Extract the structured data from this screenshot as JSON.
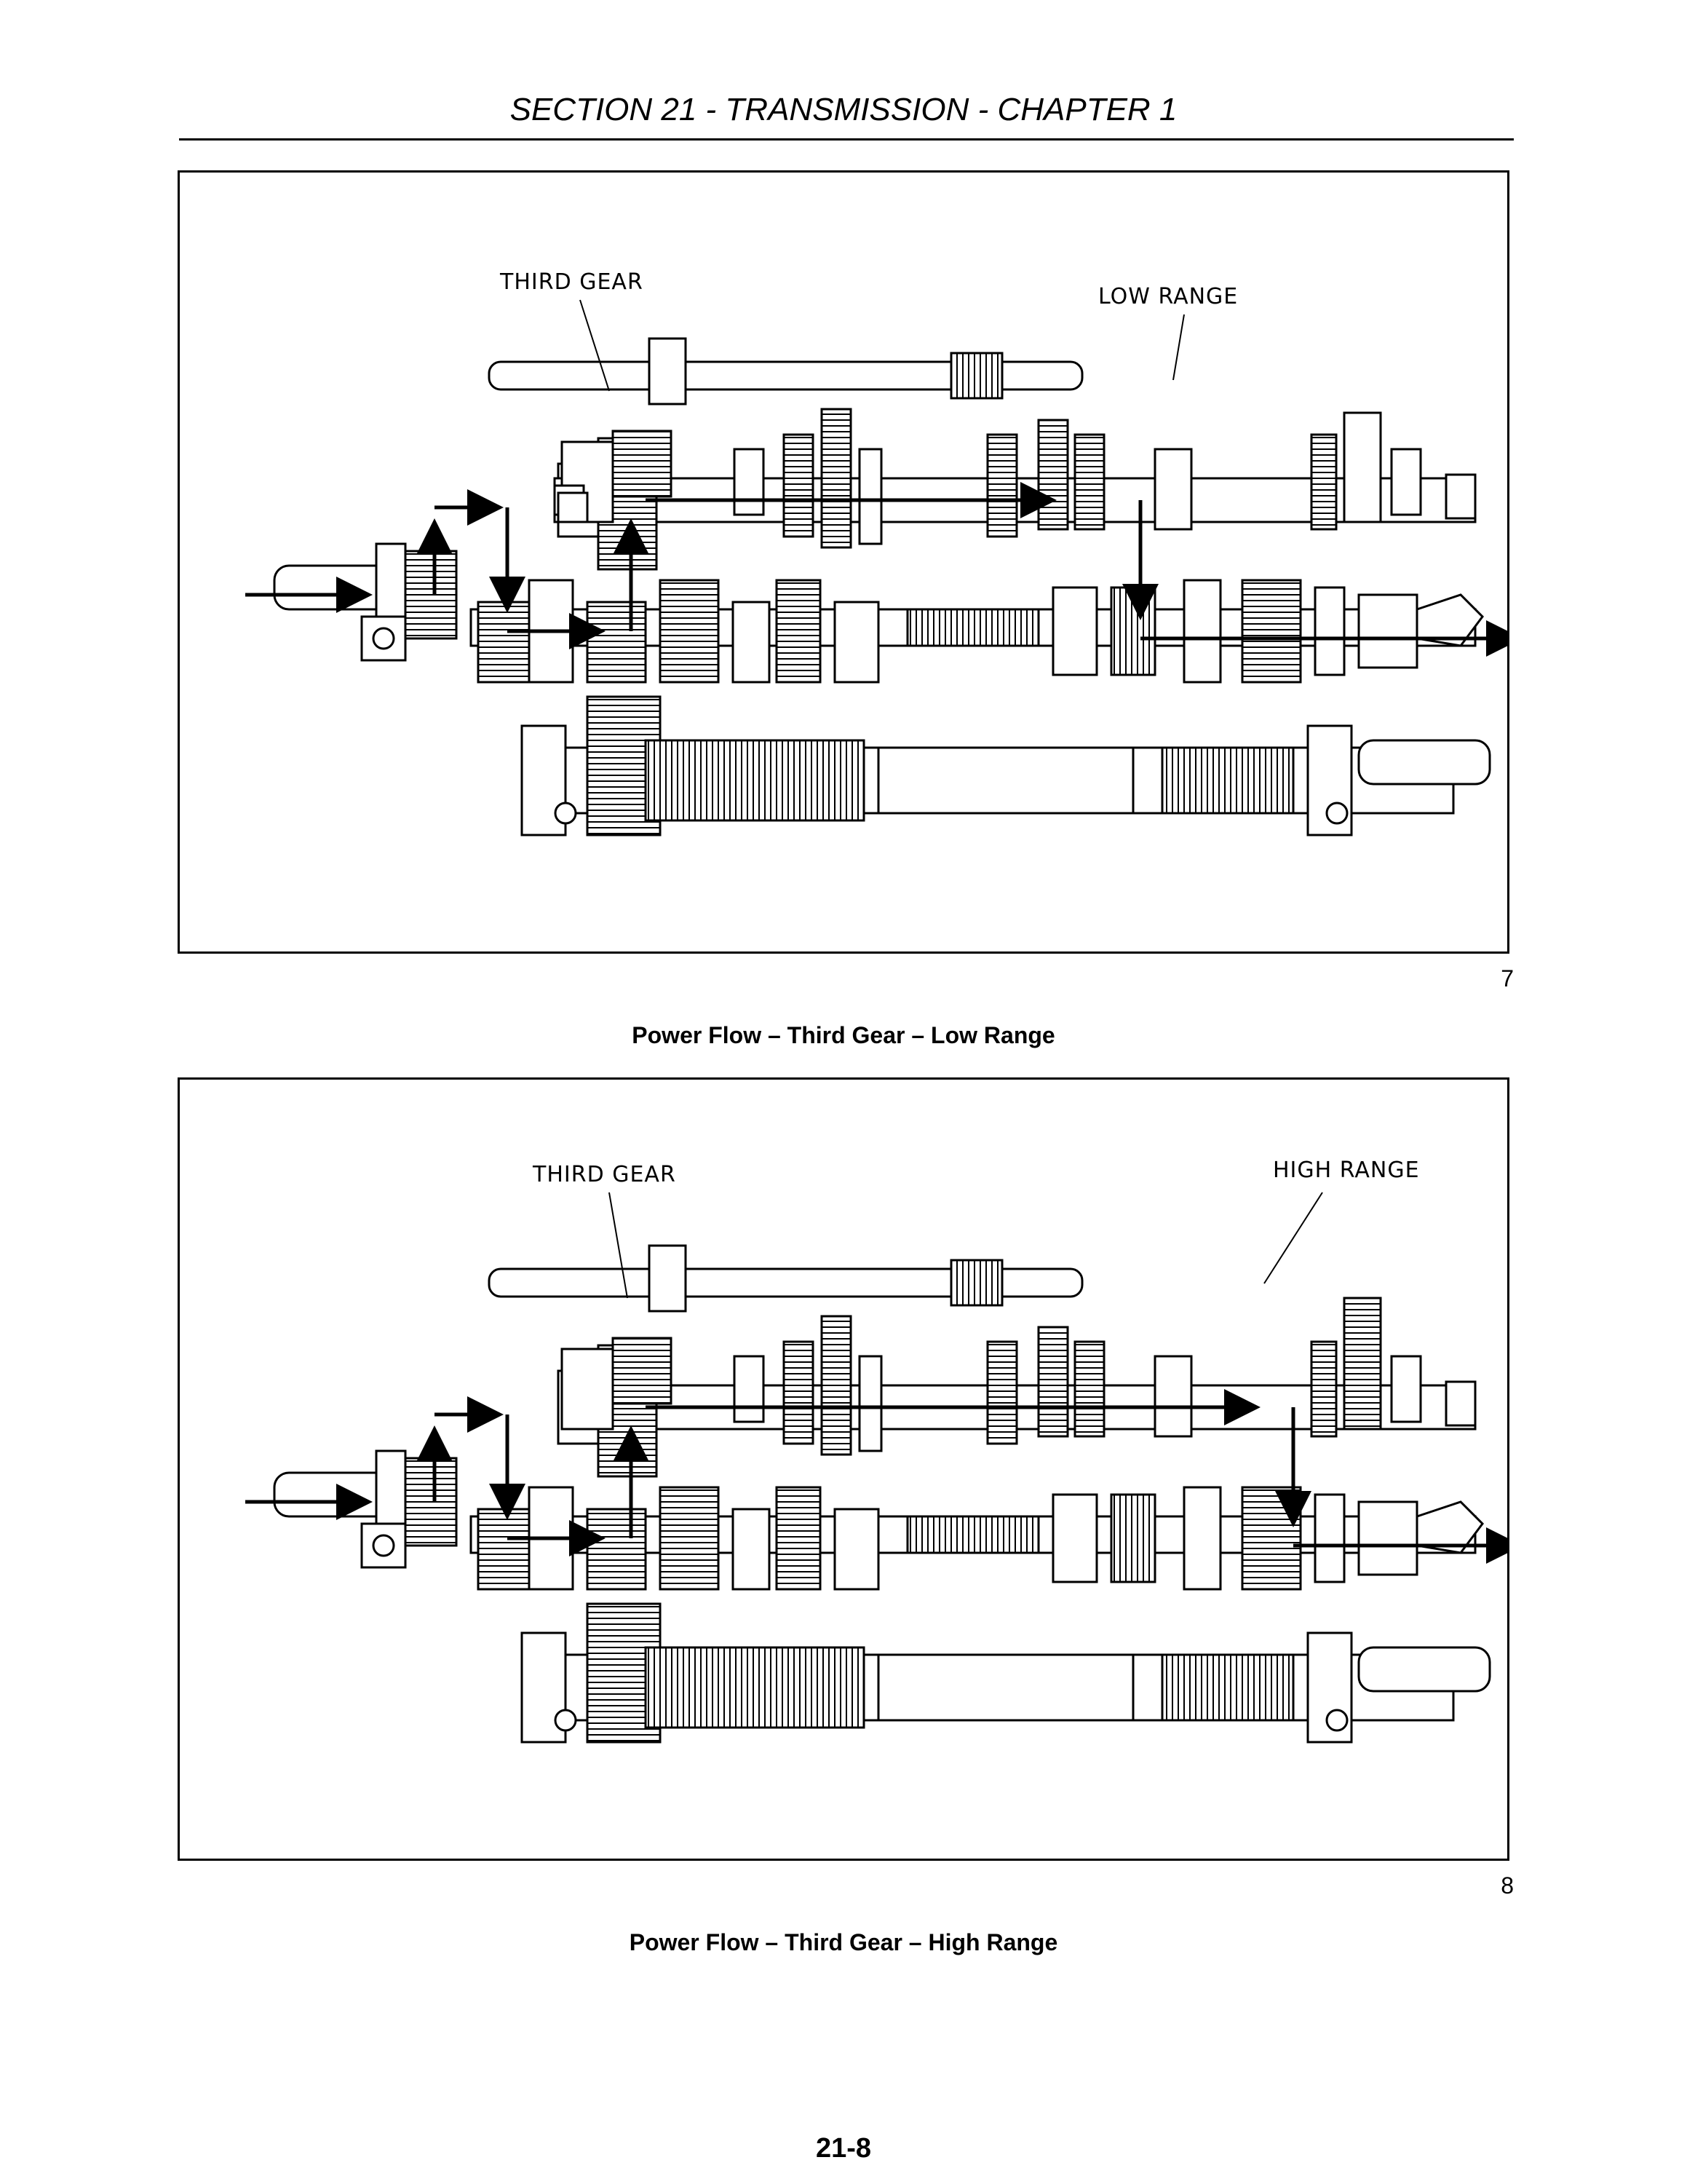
{
  "header": {
    "title": "SECTION 21 - TRANSMISSION - CHAPTER 1"
  },
  "figures": [
    {
      "number": "7",
      "caption": "Power Flow – Third Gear – Low Range",
      "labels": {
        "left": "THIRD GEAR",
        "right": "LOW RANGE"
      }
    },
    {
      "number": "8",
      "caption": "Power Flow – Third Gear – High Range",
      "labels": {
        "left": "THIRD GEAR",
        "right": "HIGH RANGE"
      }
    }
  ],
  "footer": {
    "page_number": "21-8"
  }
}
